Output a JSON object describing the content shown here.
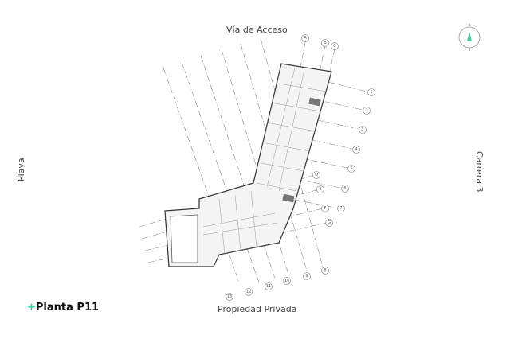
{
  "title": {
    "prefix": "+",
    "text": "Planta P11"
  },
  "streets": {
    "top": "Vía de Acceso",
    "bottom": "Propiedad Privada",
    "left": "Playa",
    "right": "Carrera 3"
  },
  "compass": {
    "north": "N",
    "south": "S",
    "icon": "north-arrow-icon"
  },
  "grid_letters": [
    "A",
    "B",
    "C",
    "D",
    "E",
    "F",
    "G"
  ],
  "grid_numbers_right": [
    "1",
    "2",
    "3",
    "4",
    "5",
    "6",
    "7"
  ],
  "grid_numbers_bottom": [
    "8",
    "9",
    "10",
    "11",
    "12",
    "13"
  ],
  "colors": {
    "accent": "#3ec9a0",
    "line": "#333333"
  }
}
